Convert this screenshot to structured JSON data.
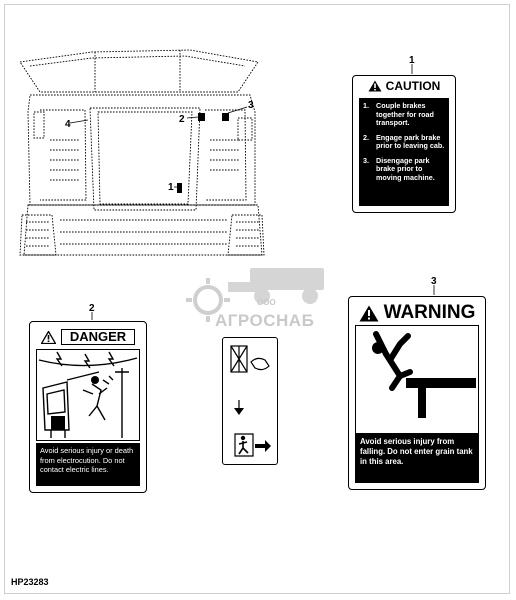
{
  "figure": {
    "doc_id": "HP23283",
    "watermark": {
      "brand": "АГРОСНАБ",
      "prefix": "ООО"
    },
    "callouts": {
      "overview_1": "1",
      "overview_2": "2",
      "overview_3": "3",
      "overview_4": "4",
      "caution_ref": "1",
      "danger_ref": "2",
      "warning_ref": "3"
    }
  },
  "caution_decal": {
    "signal_word": "CAUTION",
    "items": [
      {
        "num": "1.",
        "text": "Couple brakes together for road transport."
      },
      {
        "num": "2.",
        "text": "Engage park brake prior to leaving cab."
      },
      {
        "num": "3.",
        "text": "Disengage park brake prior to moving machine."
      }
    ]
  },
  "danger_decal": {
    "signal_word": "DANGER",
    "message": "Avoid serious injury or death from electrocution. Do not contact electric lines."
  },
  "warning_decal": {
    "signal_word": "WARNING",
    "message": "Avoid serious injury from falling. Do not enter grain tank in this area."
  },
  "colors": {
    "ink": "#000000",
    "watermark": "#c9c9c9",
    "panel_fill": "#000000"
  }
}
